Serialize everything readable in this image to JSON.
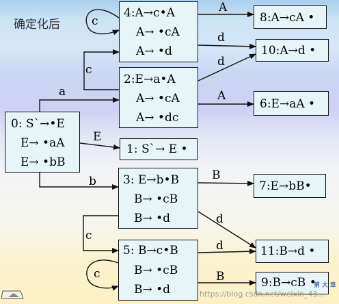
{
  "title": "确定化后",
  "states": [
    {
      "key": "s0",
      "lines": [
        "0: S`→•E",
        "E→ •aA",
        "E→ •bB"
      ]
    },
    {
      "key": "s1",
      "lines": [
        "1: S`→ E •"
      ]
    },
    {
      "key": "s2",
      "lines": [
        "2:E→a•A",
        "A→ •cA",
        "A→ •dc"
      ]
    },
    {
      "key": "s3",
      "lines": [
        "3: E→b•B",
        "B→ •cB",
        "B→ •d"
      ]
    },
    {
      "key": "s4",
      "lines": [
        "4:A→c•A",
        "A→ •cA",
        "A→ •d"
      ]
    },
    {
      "key": "s5",
      "lines": [
        "5: B→c•B",
        "B→ •cB",
        "B→ •d"
      ]
    },
    {
      "key": "s6",
      "lines": [
        "6:E→aA •"
      ]
    },
    {
      "key": "s7",
      "lines": [
        "7:E→bB•"
      ]
    },
    {
      "key": "s8",
      "lines": [
        "8:A→cA •"
      ]
    },
    {
      "key": "s9",
      "lines": [
        "9:B→cB •"
      ]
    },
    {
      "key": "s10",
      "lines": [
        "10:A→d •"
      ]
    },
    {
      "key": "s11",
      "lines": [
        "11:B→d •"
      ]
    }
  ],
  "transitions": [
    {
      "from": "0",
      "to": "2",
      "label": "a"
    },
    {
      "from": "0",
      "to": "1",
      "label": "E"
    },
    {
      "from": "0",
      "to": "3",
      "label": "b"
    },
    {
      "from": "2",
      "to": "4",
      "label": "c"
    },
    {
      "from": "2",
      "to": "6",
      "label": "A"
    },
    {
      "from": "2",
      "to": "10",
      "label": "d"
    },
    {
      "from": "4",
      "to": "4",
      "label": "c"
    },
    {
      "from": "4",
      "to": "8",
      "label": "A"
    },
    {
      "from": "4",
      "to": "10",
      "label": "d"
    },
    {
      "from": "3",
      "to": "5",
      "label": "c"
    },
    {
      "from": "3",
      "to": "7",
      "label": "B"
    },
    {
      "from": "3",
      "to": "11",
      "label": "d"
    },
    {
      "from": "5",
      "to": "5",
      "label": "c"
    },
    {
      "from": "5",
      "to": "11",
      "label": "d"
    },
    {
      "from": "5",
      "to": "9",
      "label": "B"
    }
  ],
  "watermark": "https://blog.csdn.net/weixin_43...",
  "corner_mark": "第 大 章"
}
